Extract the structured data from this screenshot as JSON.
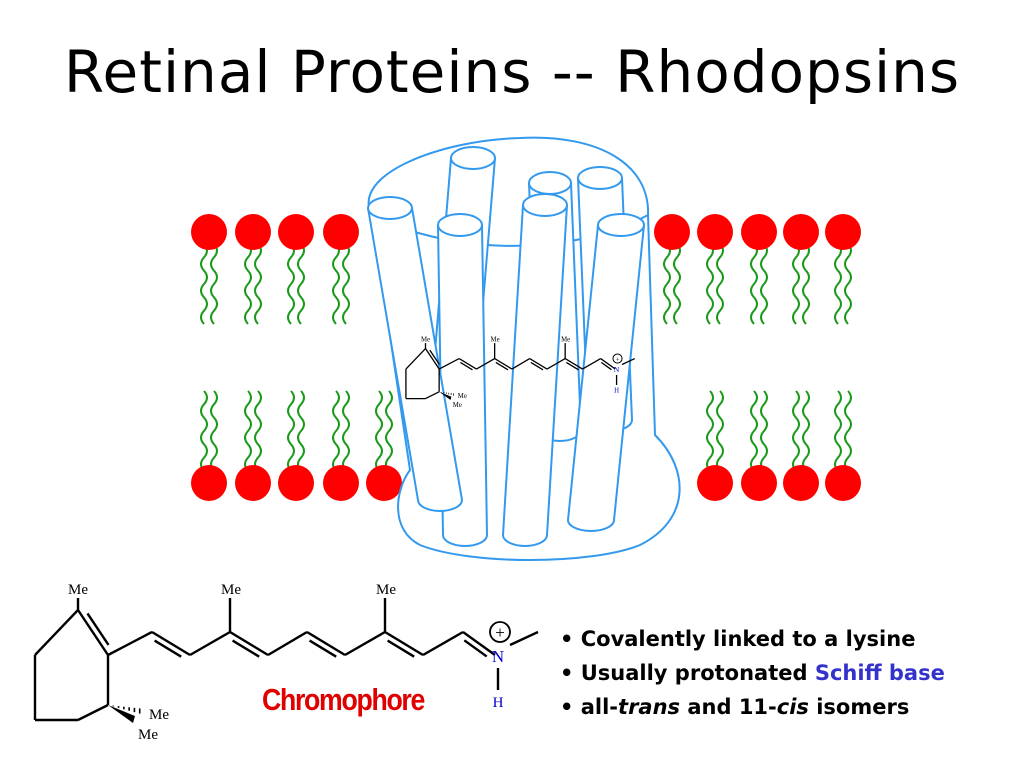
{
  "title": "Retinal Proteins -- Rhodopsins",
  "chromophore_label": "Chromophore",
  "molecule": {
    "methyl": "Me",
    "nitrogen": "N",
    "hydrogen": "H",
    "charge": "+"
  },
  "bullets": [
    {
      "bullet": "•",
      "parts": [
        {
          "text": "Covalently linked to a lysine",
          "style": "normal"
        }
      ]
    },
    {
      "bullet": "•",
      "parts": [
        {
          "text": "Usually protonated ",
          "style": "normal"
        },
        {
          "text": "Schiff base",
          "style": "highlight"
        }
      ]
    },
    {
      "bullet": "•",
      "parts": [
        {
          "text": "all-",
          "style": "normal"
        },
        {
          "text": "trans",
          "style": "italic"
        },
        {
          "text": " and 11-",
          "style": "normal"
        },
        {
          "text": "cis",
          "style": "italic"
        },
        {
          "text": " isomers",
          "style": "normal"
        }
      ]
    }
  ],
  "colors": {
    "lipid_head": "#ff0000",
    "lipid_tail": "#1a9a1a",
    "protein": "#3399ee",
    "nitrogen_label": "#0000cc",
    "chromophore_label": "#e00000",
    "highlight": "#3333cc"
  },
  "icons": {
    "lipid": "phospholipid-icon",
    "helix": "helix-cylinder-icon"
  }
}
